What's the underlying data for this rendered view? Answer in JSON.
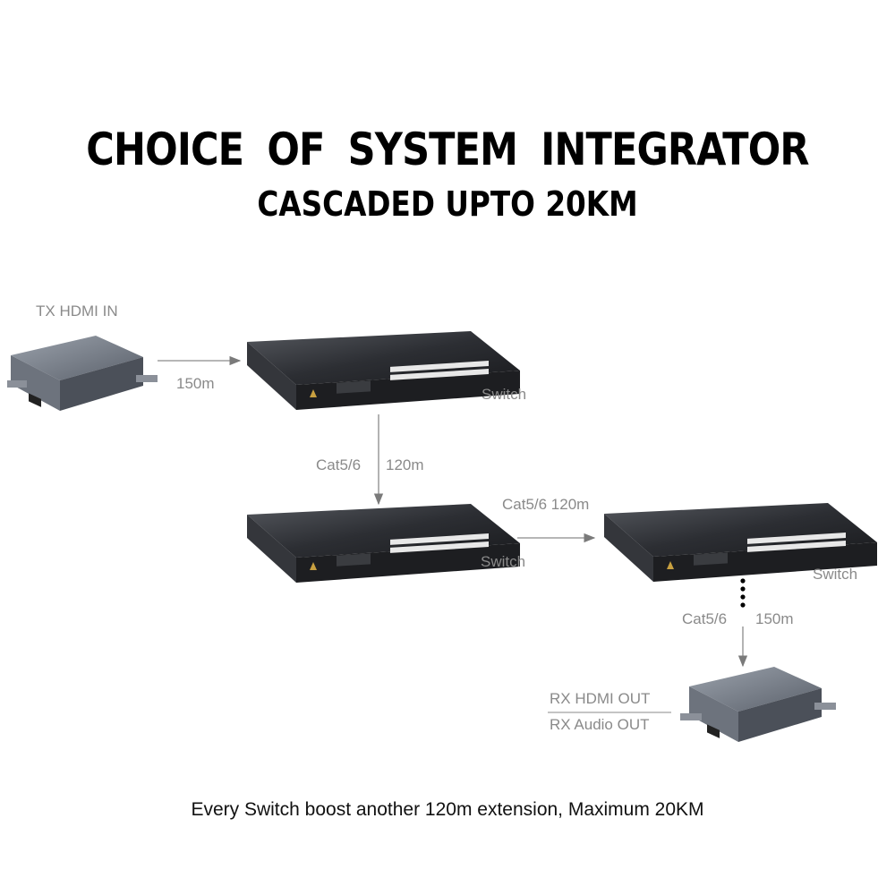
{
  "title": "CHOICE OF  SYSTEM  INTEGRATOR",
  "subtitle": "CASCADED UPTO 20KM",
  "labels": {
    "tx": "TX HDMI IN",
    "dist_tx_switch": "150m",
    "switch1": "Switch",
    "link1_cable": "Cat5/6",
    "link1_dist": "120m",
    "link2": "Cat5/6 120m",
    "switch2": "Switch",
    "switch3": "Switch",
    "link3_cable": "Cat5/6",
    "link3_dist": "150m",
    "rx_hdmi": "RX HDMI OUT",
    "rx_audio": "RX  Audio OUT"
  },
  "caption": "Every Switch boost another 120m extension, Maximum 20KM",
  "colors": {
    "device_body": "#2a2c30",
    "extender_body": "#5d6470",
    "arrow": "#8a8a8a"
  }
}
